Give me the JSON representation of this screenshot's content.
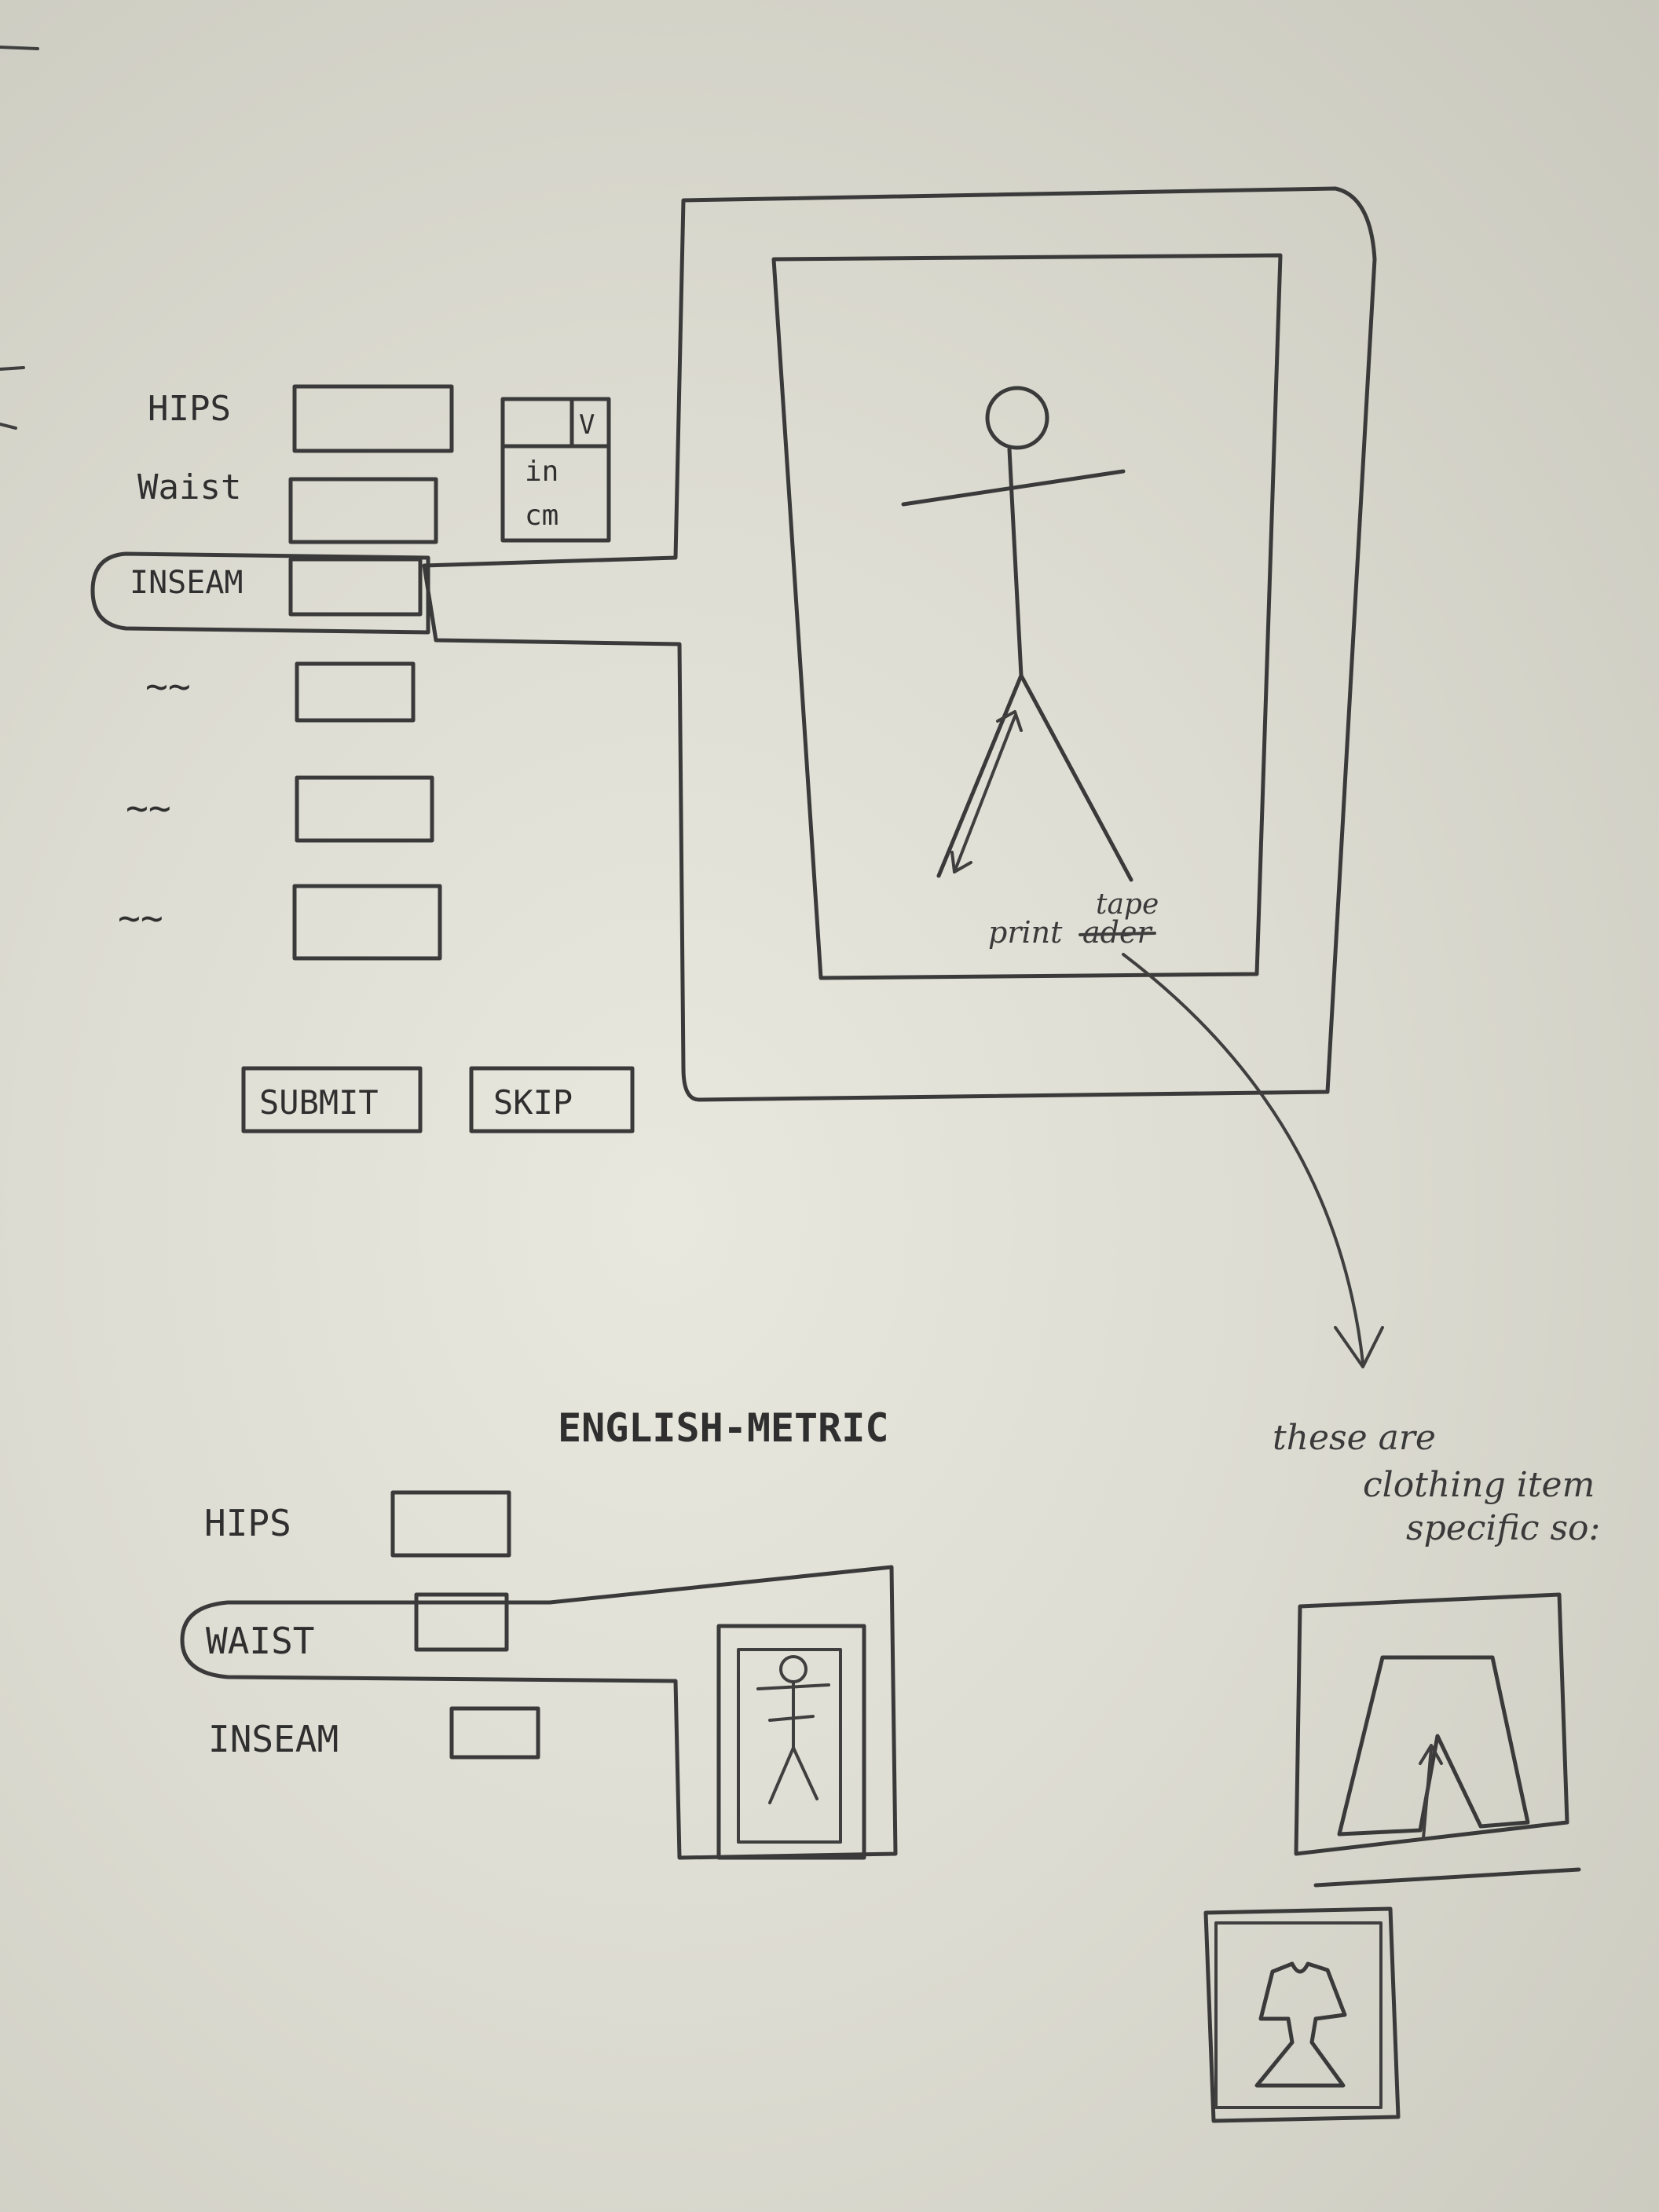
{
  "top_form": {
    "fields": [
      {
        "label": "HIPS"
      },
      {
        "label": "Waist"
      },
      {
        "label": "INSEAM"
      },
      {
        "label": "~~"
      },
      {
        "label": "~~"
      },
      {
        "label": "~~"
      }
    ],
    "unit_select": {
      "value_line1": "in",
      "value_line2": "cm",
      "arrow": "V"
    },
    "submit_label": "SUBMIT",
    "skip_label": "SKIP"
  },
  "figure_preview": {
    "annotation_old": "ader",
    "annotation_new": "tape",
    "annotation_prefix": "print"
  },
  "bottom_section": {
    "title": "ENGLISH-METRIC",
    "fields": [
      {
        "label": "HIPS"
      },
      {
        "label": "WAIST"
      },
      {
        "label": "INSEAM"
      }
    ]
  },
  "side_note": {
    "line1": "these are",
    "line2": "clothing item",
    "line3": "specific so:"
  },
  "colors": {
    "paper": "#dddcd2",
    "ink": "#3a3a3a"
  }
}
